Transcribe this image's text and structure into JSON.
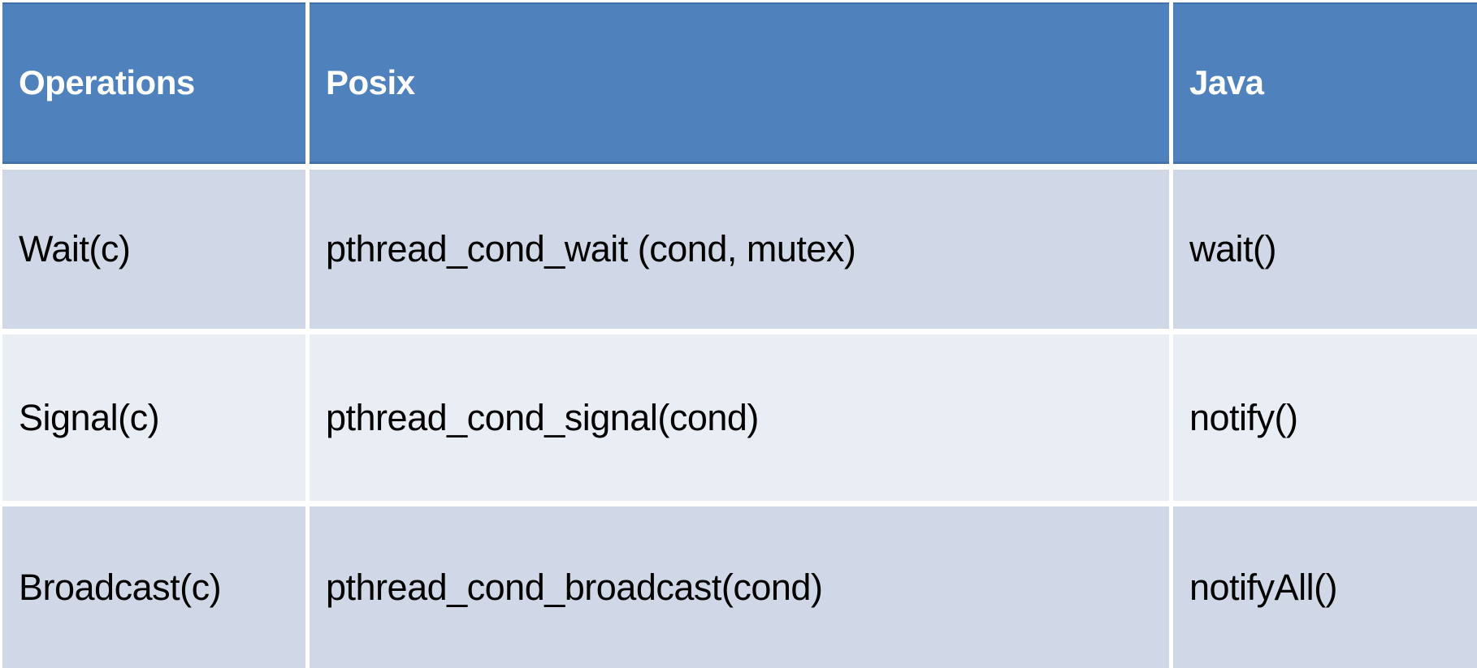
{
  "table": {
    "headers": [
      "Operations",
      "Posix",
      "Java"
    ],
    "rows": [
      {
        "operation": "Wait(c)",
        "posix": "pthread_cond_wait (cond, mutex)",
        "java": "wait()"
      },
      {
        "operation": "Signal(c)",
        "posix": "pthread_cond_signal(cond)",
        "java": "notify()"
      },
      {
        "operation": "Broadcast(c)",
        "posix": "pthread_cond_broadcast(cond)",
        "java": "notifyAll()"
      }
    ]
  },
  "colors": {
    "header_bg": "#4F81BD",
    "header_text": "#FFFFFF",
    "header_accent_line": "#4372A8",
    "row_band_dark": "#D0D8E8",
    "row_band_light": "#E9EDF4",
    "border": "#FFFFFF",
    "body_text": "#000000"
  },
  "chart_data": {
    "type": "table",
    "columns": [
      "Operations",
      "Posix",
      "Java"
    ],
    "rows": [
      [
        "Wait(c)",
        "pthread_cond_wait (cond, mutex)",
        "wait()"
      ],
      [
        "Signal(c)",
        "pthread_cond_signal(cond)",
        "notify()"
      ],
      [
        "Broadcast(c)",
        "pthread_cond_broadcast(cond)",
        "notifyAll()"
      ]
    ]
  }
}
